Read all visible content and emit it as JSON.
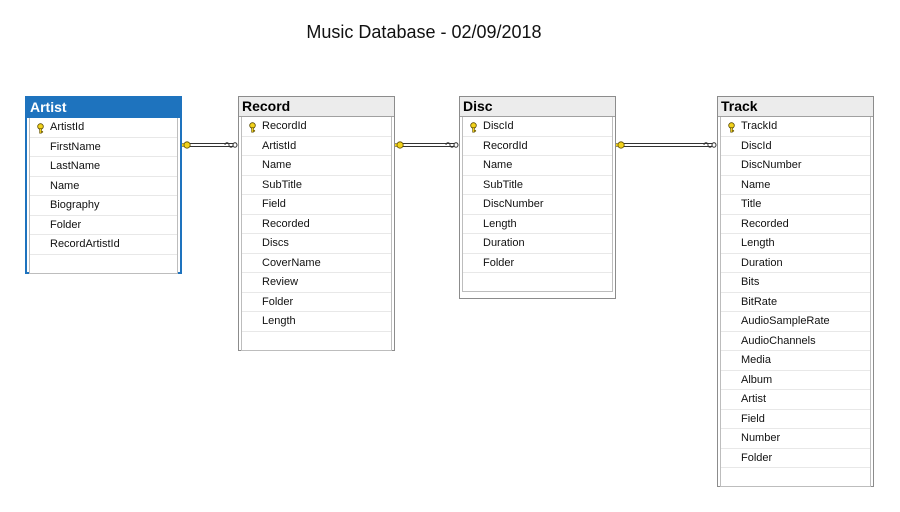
{
  "title": "Music Database - 02/09/2018",
  "tables": [
    {
      "name": "Artist",
      "selected": true,
      "columns": [
        "ArtistId",
        "FirstName",
        "LastName",
        "Name",
        "Biography",
        "Folder",
        "RecordArtistId"
      ],
      "primary_key": "ArtistId"
    },
    {
      "name": "Record",
      "selected": false,
      "columns": [
        "RecordId",
        "ArtistId",
        "Name",
        "SubTitle",
        "Field",
        "Recorded",
        "Discs",
        "CoverName",
        "Review",
        "Folder",
        "Length"
      ],
      "primary_key": "RecordId"
    },
    {
      "name": "Disc",
      "selected": false,
      "columns": [
        "DiscId",
        "RecordId",
        "Name",
        "SubTitle",
        "DiscNumber",
        "Length",
        "Duration",
        "Folder"
      ],
      "primary_key": "DiscId"
    },
    {
      "name": "Track",
      "selected": false,
      "columns": [
        "TrackId",
        "DiscId",
        "DiscNumber",
        "Name",
        "Title",
        "Recorded",
        "Length",
        "Duration",
        "Bits",
        "BitRate",
        "AudioSampleRate",
        "AudioChannels",
        "Media",
        "Album",
        "Artist",
        "Field",
        "Number",
        "Folder"
      ],
      "primary_key": "TrackId"
    }
  ],
  "relationships": [
    {
      "from": "Artist",
      "to": "Record",
      "one_end": "key",
      "many_end": "infinity"
    },
    {
      "from": "Record",
      "to": "Disc",
      "one_end": "key",
      "many_end": "infinity"
    },
    {
      "from": "Disc",
      "to": "Track",
      "one_end": "key",
      "many_end": "infinity"
    }
  ],
  "colors": {
    "selected_header": "#1e73be",
    "header": "#ececec",
    "key_icon": "#f2d21b"
  }
}
